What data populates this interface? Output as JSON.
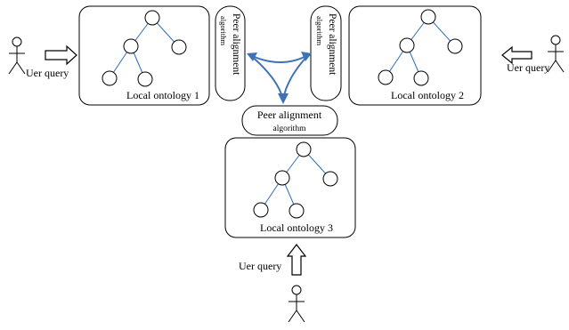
{
  "diagram": {
    "ontologies": [
      {
        "label": "Local ontology 1"
      },
      {
        "label": "Local ontology 2"
      },
      {
        "label": "Local ontology 3"
      }
    ],
    "alignment_label_line1": "Peer alignment",
    "alignment_label_line2": "algorithm",
    "user_query_label": "Uer query",
    "colors": {
      "edge": "#2e6db4",
      "connector": "#3f72b5"
    }
  }
}
